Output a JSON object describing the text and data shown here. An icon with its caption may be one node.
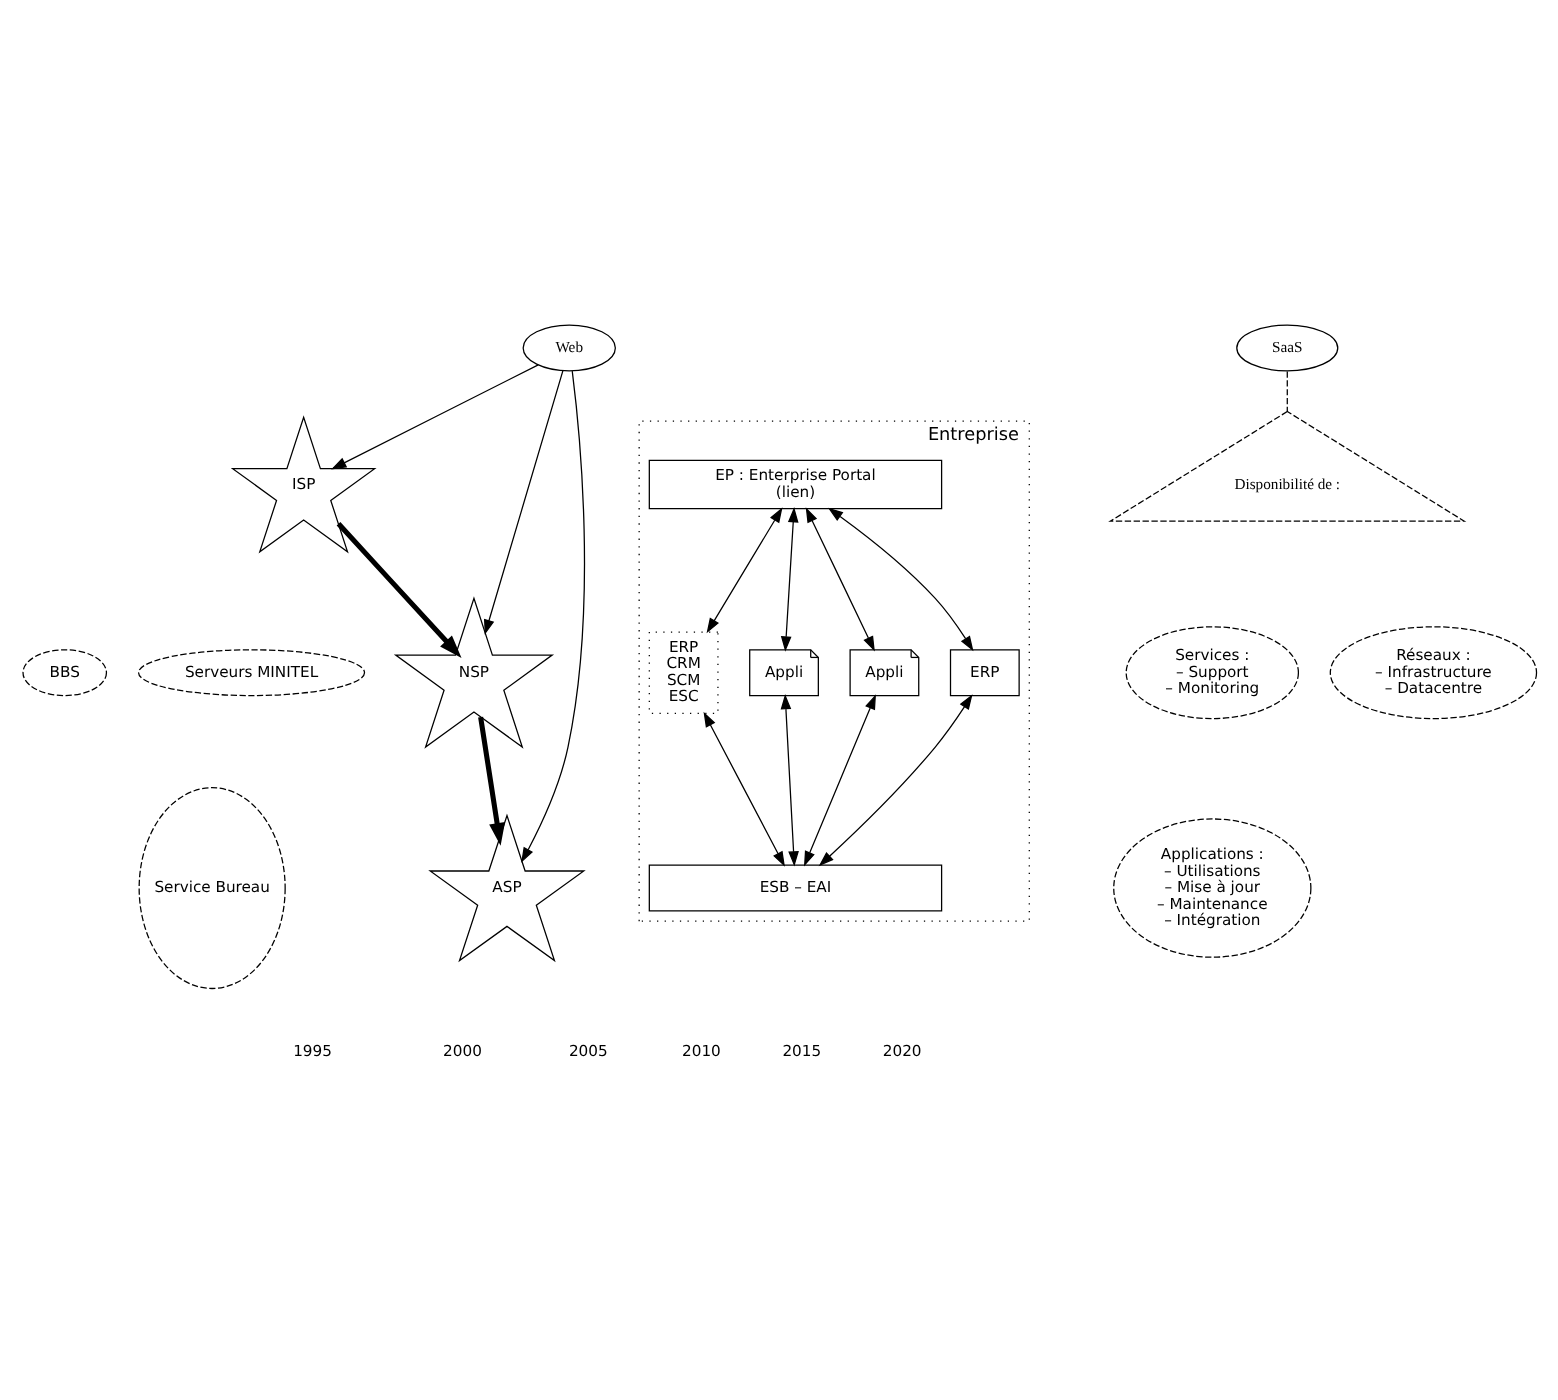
{
  "diagram": {
    "nodes": [
      {
        "text": [
          "ISP"
        ]
      },
      {
        "text": [
          "NSP"
        ]
      },
      {
        "text": [
          "ASP"
        ]
      },
      {
        "text": [
          "SaaS"
        ]
      },
      {
        "text": [
          "Web"
        ]
      },
      {
        "text": [
          "BBS"
        ]
      },
      {
        "text": [
          "Serveurs MINITEL"
        ]
      },
      {
        "text": [
          "Service Bureau"
        ]
      },
      {
        "text": [
          "Disponibilité de :"
        ]
      },
      {
        "text": [
          "Services :",
          "– Support",
          "– Monitoring"
        ]
      },
      {
        "text": [
          "Réseaux :",
          "– Infrastructure",
          "– Datacentre"
        ]
      },
      {
        "text": [
          "Applications :",
          "– Utilisations",
          "– Mise à jour",
          "– Maintenance",
          "– Intégration"
        ]
      },
      {
        "text": [
          "Entreprise"
        ]
      },
      {
        "text": [
          "EP : Enterprise Portal",
          "(lien)"
        ],
        "in": 12
      },
      {
        "text": [
          "ERP",
          "CRM",
          "SCM",
          "ESC"
        ],
        "in": 12
      },
      {
        "text": [
          "Appli"
        ],
        "in": 12
      },
      {
        "text": [
          "Appli"
        ],
        "in": 12
      },
      {
        "text": [
          "ERP"
        ],
        "in": 12
      },
      {
        "text": [
          "ESB – EAI"
        ],
        "in": 12
      }
    ],
    "edges": [
      {
        "from": 0,
        "to": 1,
        "arrow": "to",
        "style": "thick"
      },
      {
        "from": 1,
        "to": 2,
        "arrow": "to",
        "style": "thick"
      },
      {
        "from": 4,
        "to": 1,
        "arrow": "to"
      },
      {
        "from": 4,
        "to": 0,
        "arrow": "to"
      },
      {
        "from": 4,
        "to": 2,
        "arrow": "to"
      },
      {
        "from": 3,
        "to": 8,
        "arrow": "none",
        "style": "dashed"
      },
      {
        "from": 13,
        "to": 14,
        "arrow": "both"
      },
      {
        "from": 13,
        "to": 15,
        "arrow": "both"
      },
      {
        "from": 13,
        "to": 16,
        "arrow": "both"
      },
      {
        "from": 13,
        "to": 17,
        "arrow": "both"
      },
      {
        "from": 14,
        "to": 18,
        "arrow": "both"
      },
      {
        "from": 15,
        "to": 18,
        "arrow": "both"
      },
      {
        "from": 16,
        "to": 18,
        "arrow": "both"
      },
      {
        "from": 17,
        "to": 18,
        "arrow": "both"
      }
    ],
    "labels": [
      "1995",
      "2000",
      "2005",
      "2010",
      "2015",
      "2020"
    ]
  }
}
